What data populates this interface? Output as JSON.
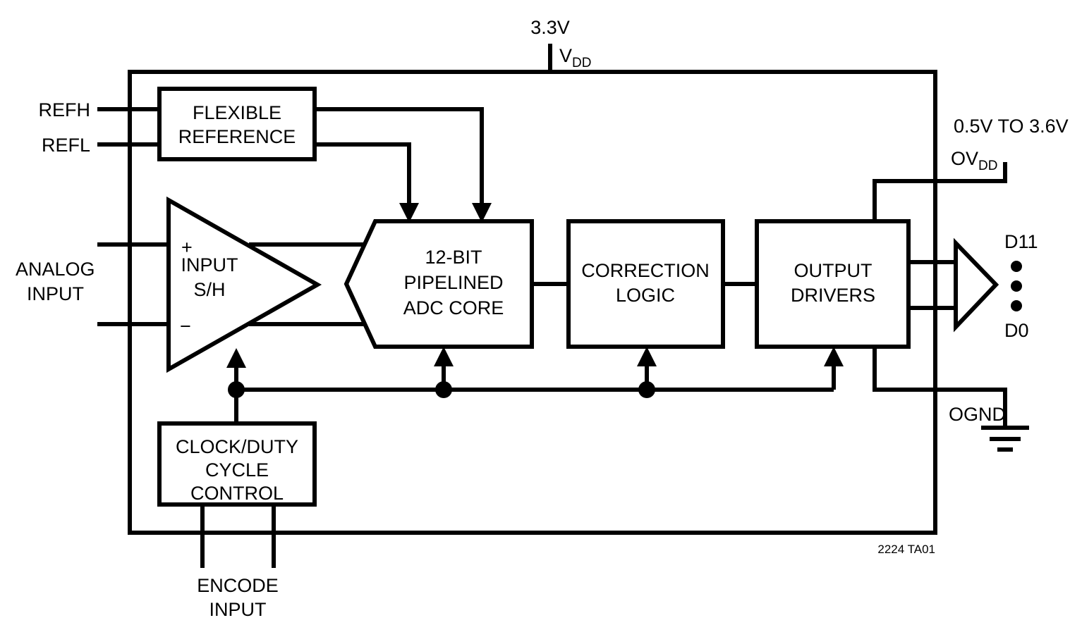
{
  "diagram": {
    "caption": "2224 TA01",
    "supplies": {
      "vdd_voltage": "3.3V",
      "vdd_label": "V",
      "vdd_sub": "DD",
      "ovdd_voltage": "0.5V TO 3.6V",
      "ovdd_label": "OV",
      "ovdd_sub": "DD",
      "ogND_label": "OGND"
    },
    "inputs": {
      "refh": "REFH",
      "refl": "REFL",
      "analog_line1": "ANALOG",
      "analog_line2": "INPUT",
      "plus_sign": "+",
      "minus_sign": "−",
      "encode_line1": "ENCODE",
      "encode_line2": "INPUT"
    },
    "outputs": {
      "msb": "D11",
      "lsb": "D0"
    },
    "blocks": [
      {
        "id": "flexible-reference",
        "lines": [
          "FLEXIBLE",
          "REFERENCE"
        ]
      },
      {
        "id": "input-sh",
        "lines": [
          "INPUT",
          "S/H"
        ]
      },
      {
        "id": "adc-core",
        "lines": [
          "12-BIT",
          "PIPELINED",
          "ADC CORE"
        ]
      },
      {
        "id": "correction-logic",
        "lines": [
          "CORRECTION",
          "LOGIC"
        ]
      },
      {
        "id": "output-drivers",
        "lines": [
          "OUTPUT",
          "DRIVERS"
        ]
      },
      {
        "id": "clock-duty-cycle-control",
        "lines": [
          "CLOCK/DUTY",
          "CYCLE",
          "CONTROL"
        ]
      }
    ],
    "colors": {
      "line": "#000000",
      "fill": "#ffffff",
      "text": "#000000"
    }
  }
}
